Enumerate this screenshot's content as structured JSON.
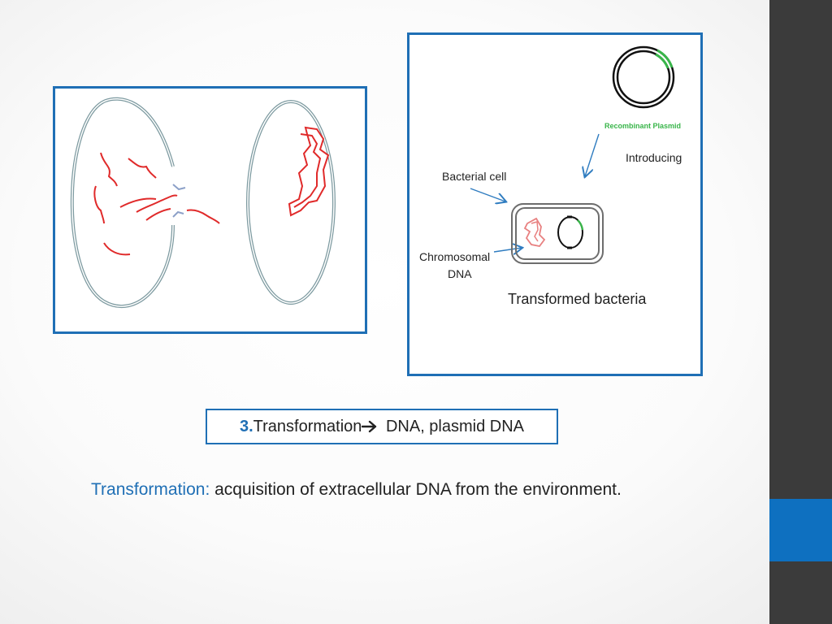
{
  "diagram": {
    "labels": {
      "recombinant_plasmid": "Recombinant Plasmid",
      "introducing": "Introducing",
      "bacterial_cell": "Bacterial cell",
      "chromosomal_line1": "Chromosomal",
      "chromosomal_line2": "DNA",
      "transformed_bacteria": "Transformed bacteria"
    }
  },
  "heading": {
    "number": "3.",
    "term": "Transformation",
    "arrow_icon": "arrow-right-icon",
    "rest": " DNA, plasmid DNA"
  },
  "definition": {
    "term": "Transformation:",
    "text": " acquisition of extracellular DNA from the environment."
  },
  "colors": {
    "accent": "#1f6fb5",
    "sidebar": "#3b3b3b",
    "sidebar_accent": "#0e70c0",
    "dna": "#e02a2a",
    "plasmid_insert": "#39b54a"
  }
}
